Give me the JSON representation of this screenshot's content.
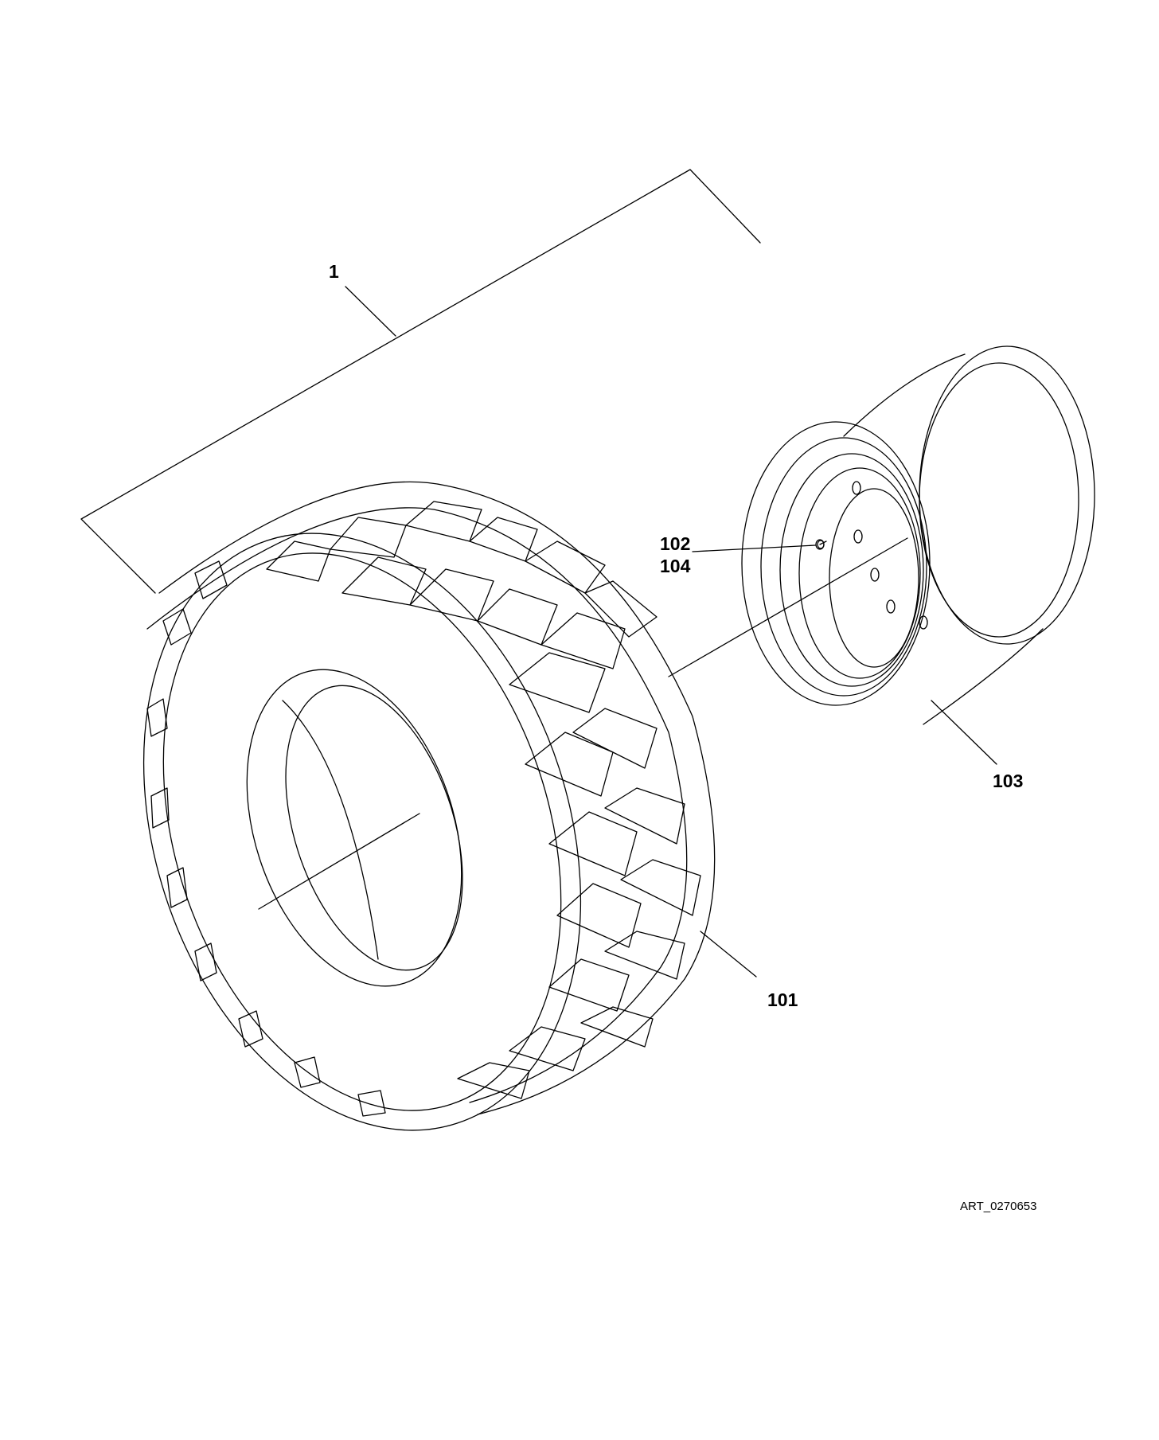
{
  "callouts": {
    "assembly": "1",
    "valve_a": "102",
    "valve_b": "104",
    "rim": "103",
    "tire": "101"
  },
  "art_id": "ART_0270653",
  "colors": {
    "ink": "#000000",
    "paper": "#ffffff"
  }
}
